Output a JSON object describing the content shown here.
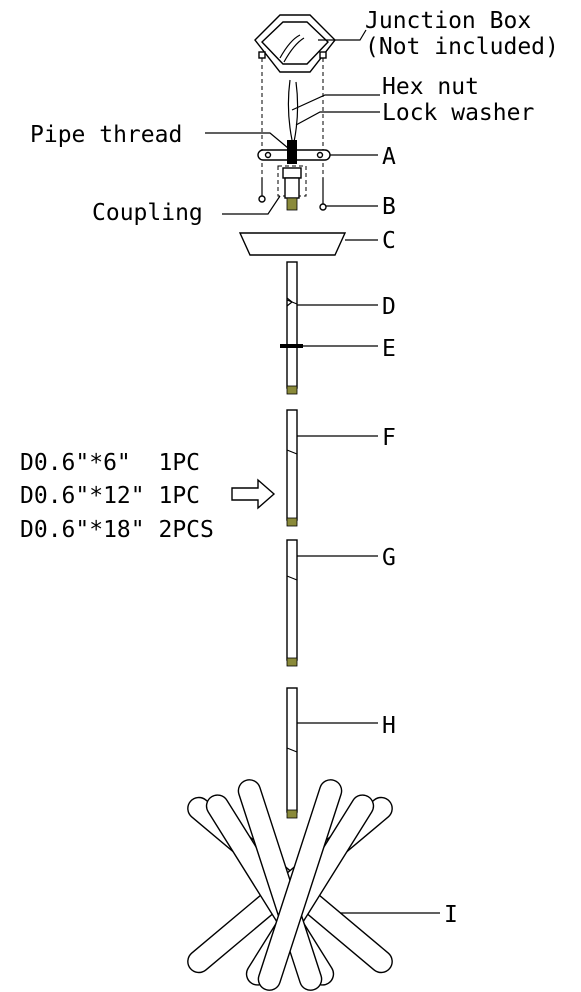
{
  "labels": {
    "junction_box_1": "Junction Box",
    "junction_box_2": "(Not included)",
    "hex_nut": "Hex nut",
    "lock_washer": "Lock washer",
    "pipe_thread": "Pipe thread",
    "coupling": "Coupling",
    "a": "A",
    "b": "B",
    "c": "C",
    "d": "D",
    "e": "E",
    "f": "F",
    "g": "G",
    "h": "H",
    "i": "I"
  },
  "rod_list": [
    "D0.6\"*6\"  1PC",
    "D0.6\"*12\" 1PC",
    "D0.6\"*18\" 2PCS"
  ]
}
